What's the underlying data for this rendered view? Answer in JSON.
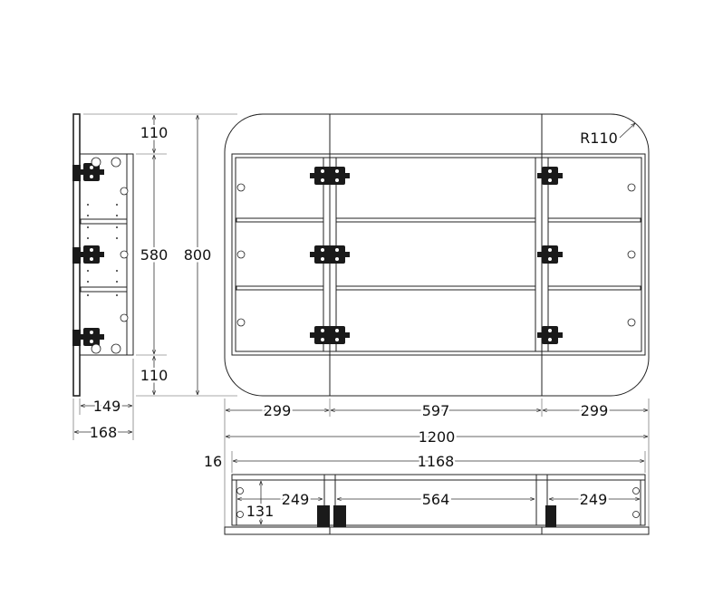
{
  "side_view": {
    "dims": {
      "top_gap": "110",
      "body_height": "580",
      "total_height": "800",
      "bottom_gap": "110",
      "carcass_depth": "149",
      "total_depth": "168"
    }
  },
  "front_view": {
    "corner_radius": "R110",
    "dims": {
      "left_door": "299",
      "center_door": "597",
      "right_door": "299",
      "total_width": "1200"
    }
  },
  "top_view": {
    "dims": {
      "door_thickness": "16",
      "carcass_width": "1168",
      "left_inner": "249",
      "center_inner": "564",
      "right_inner": "249",
      "inner_depth": "131"
    }
  }
}
